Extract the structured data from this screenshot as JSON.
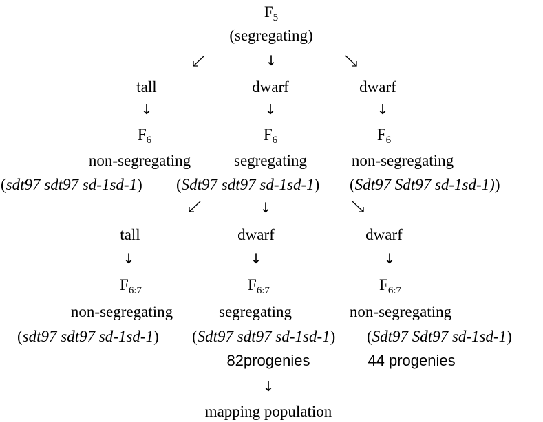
{
  "root": {
    "gen_prefix": "F",
    "gen_sub": "5",
    "status": "(segregating)"
  },
  "level1": [
    {
      "phenotype": "tall",
      "gen_prefix": "F",
      "gen_sub": "6",
      "status": "non-segregating",
      "genotype": "sdt97 sdt97 sd-1sd-1",
      "open": "(",
      "close": ")"
    },
    {
      "phenotype": "dwarf",
      "gen_prefix": "F",
      "gen_sub": "6",
      "status": "segregating",
      "genotype": "Sdt97 sdt97 sd-1sd-1",
      "open": "(",
      "close": ")"
    },
    {
      "phenotype": "dwarf",
      "gen_prefix": "F",
      "gen_sub": "6",
      "status": "non-segregating",
      "genotype": "Sdt97 Sdt97 sd-1sd-1)",
      "open": "(",
      "close": ")"
    }
  ],
  "level2": [
    {
      "phenotype": "tall",
      "gen_prefix": "F",
      "gen_sub": "6:7",
      "status": "non-segregating",
      "genotype": "sdt97 sdt97 sd-1sd-1",
      "open": "(",
      "close": ")"
    },
    {
      "phenotype": "dwarf",
      "gen_prefix": "F",
      "gen_sub": "6:7",
      "status": "segregating",
      "genotype": "Sdt97 sdt97 sd-1sd-1",
      "open": "(",
      "close": ")"
    },
    {
      "phenotype": "dwarf",
      "gen_prefix": "F",
      "gen_sub": "6:7",
      "status": "non-segregating",
      "genotype": "Sdt97 Sdt97 sd-1sd-1",
      "open": "(",
      "close": ")"
    }
  ],
  "progeny": [
    "82progenies",
    "44 progenies"
  ],
  "final": "mapping population",
  "symbols": {
    "down_arrow": "↓"
  }
}
